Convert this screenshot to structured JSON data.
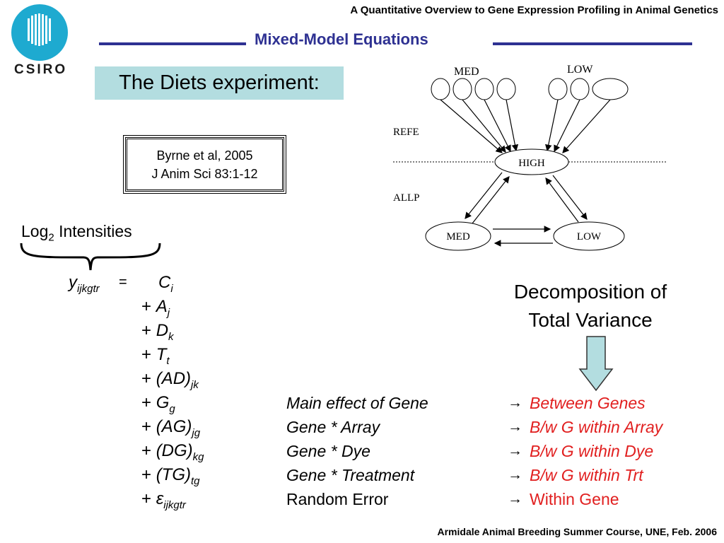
{
  "header": {
    "title": "A Quantitative Overview to Gene Expression Profiling in Animal Genetics",
    "section_title": "Mixed-Model Equations"
  },
  "logo": {
    "text": "CSIRO",
    "icon": "csiro-logo"
  },
  "colors": {
    "accent": "#2e3192",
    "highlight_box": "#b3dde0",
    "result": "#e11f1f",
    "down_arrow": "#b3dde0"
  },
  "slide": {
    "heading": "The Diets experiment:",
    "reference": {
      "line1": "Byrne et al, 2005",
      "line2": "J Anim Sci 83:1-12"
    },
    "log_label": {
      "prefix": "Log",
      "sub": "2",
      "suffix": " Intensities"
    },
    "decomposition": {
      "line1": "Decomposition of",
      "line2": "Total Variance"
    }
  },
  "equation": {
    "lhs": {
      "symbol": "y",
      "sub": "ijkgtr",
      "equals": "="
    },
    "terms": [
      {
        "prefix": "",
        "symbol": "C",
        "sub": "i"
      },
      {
        "prefix": "+ ",
        "symbol": "A",
        "sub": "j"
      },
      {
        "prefix": "+ ",
        "symbol": "D",
        "sub": "k"
      },
      {
        "prefix": "+ ",
        "symbol": "T",
        "sub": "t"
      },
      {
        "prefix": "+ ",
        "symbol": "(AD)",
        "sub": "jk"
      },
      {
        "prefix": "+ ",
        "symbol": "G",
        "sub": "g"
      },
      {
        "prefix": "+ ",
        "symbol": "(AG)",
        "sub": "jg"
      },
      {
        "prefix": "+ ",
        "symbol": "(DG)",
        "sub": "kg"
      },
      {
        "prefix": "+ ",
        "symbol": "(TG)",
        "sub": "tg"
      },
      {
        "prefix": "+ ",
        "symbol": "ε",
        "sub": "ijkgtr"
      }
    ]
  },
  "effects": [
    {
      "label": "Main effect of Gene",
      "arrow": "→",
      "result": "Between Genes"
    },
    {
      "label": "Gene * Array",
      "arrow": "→",
      "result": "B/w G within Array"
    },
    {
      "label": "Gene * Dye",
      "arrow": "→",
      "result": "B/w G within Dye"
    },
    {
      "label": "Gene * Treatment",
      "arrow": "→",
      "result": "B/w G within Trt"
    },
    {
      "label": "Random Error",
      "arrow": "→",
      "result": "Within Gene"
    }
  ],
  "diagram": {
    "top_med": "MED",
    "top_low": "LOW",
    "refe": "REFE",
    "allp": "ALLP",
    "high": "HIGH",
    "bottom_med": "MED",
    "bottom_low": "LOW"
  },
  "footer": {
    "text": "Armidale Animal Breeding Summer Course, UNE, Feb. 2006"
  }
}
